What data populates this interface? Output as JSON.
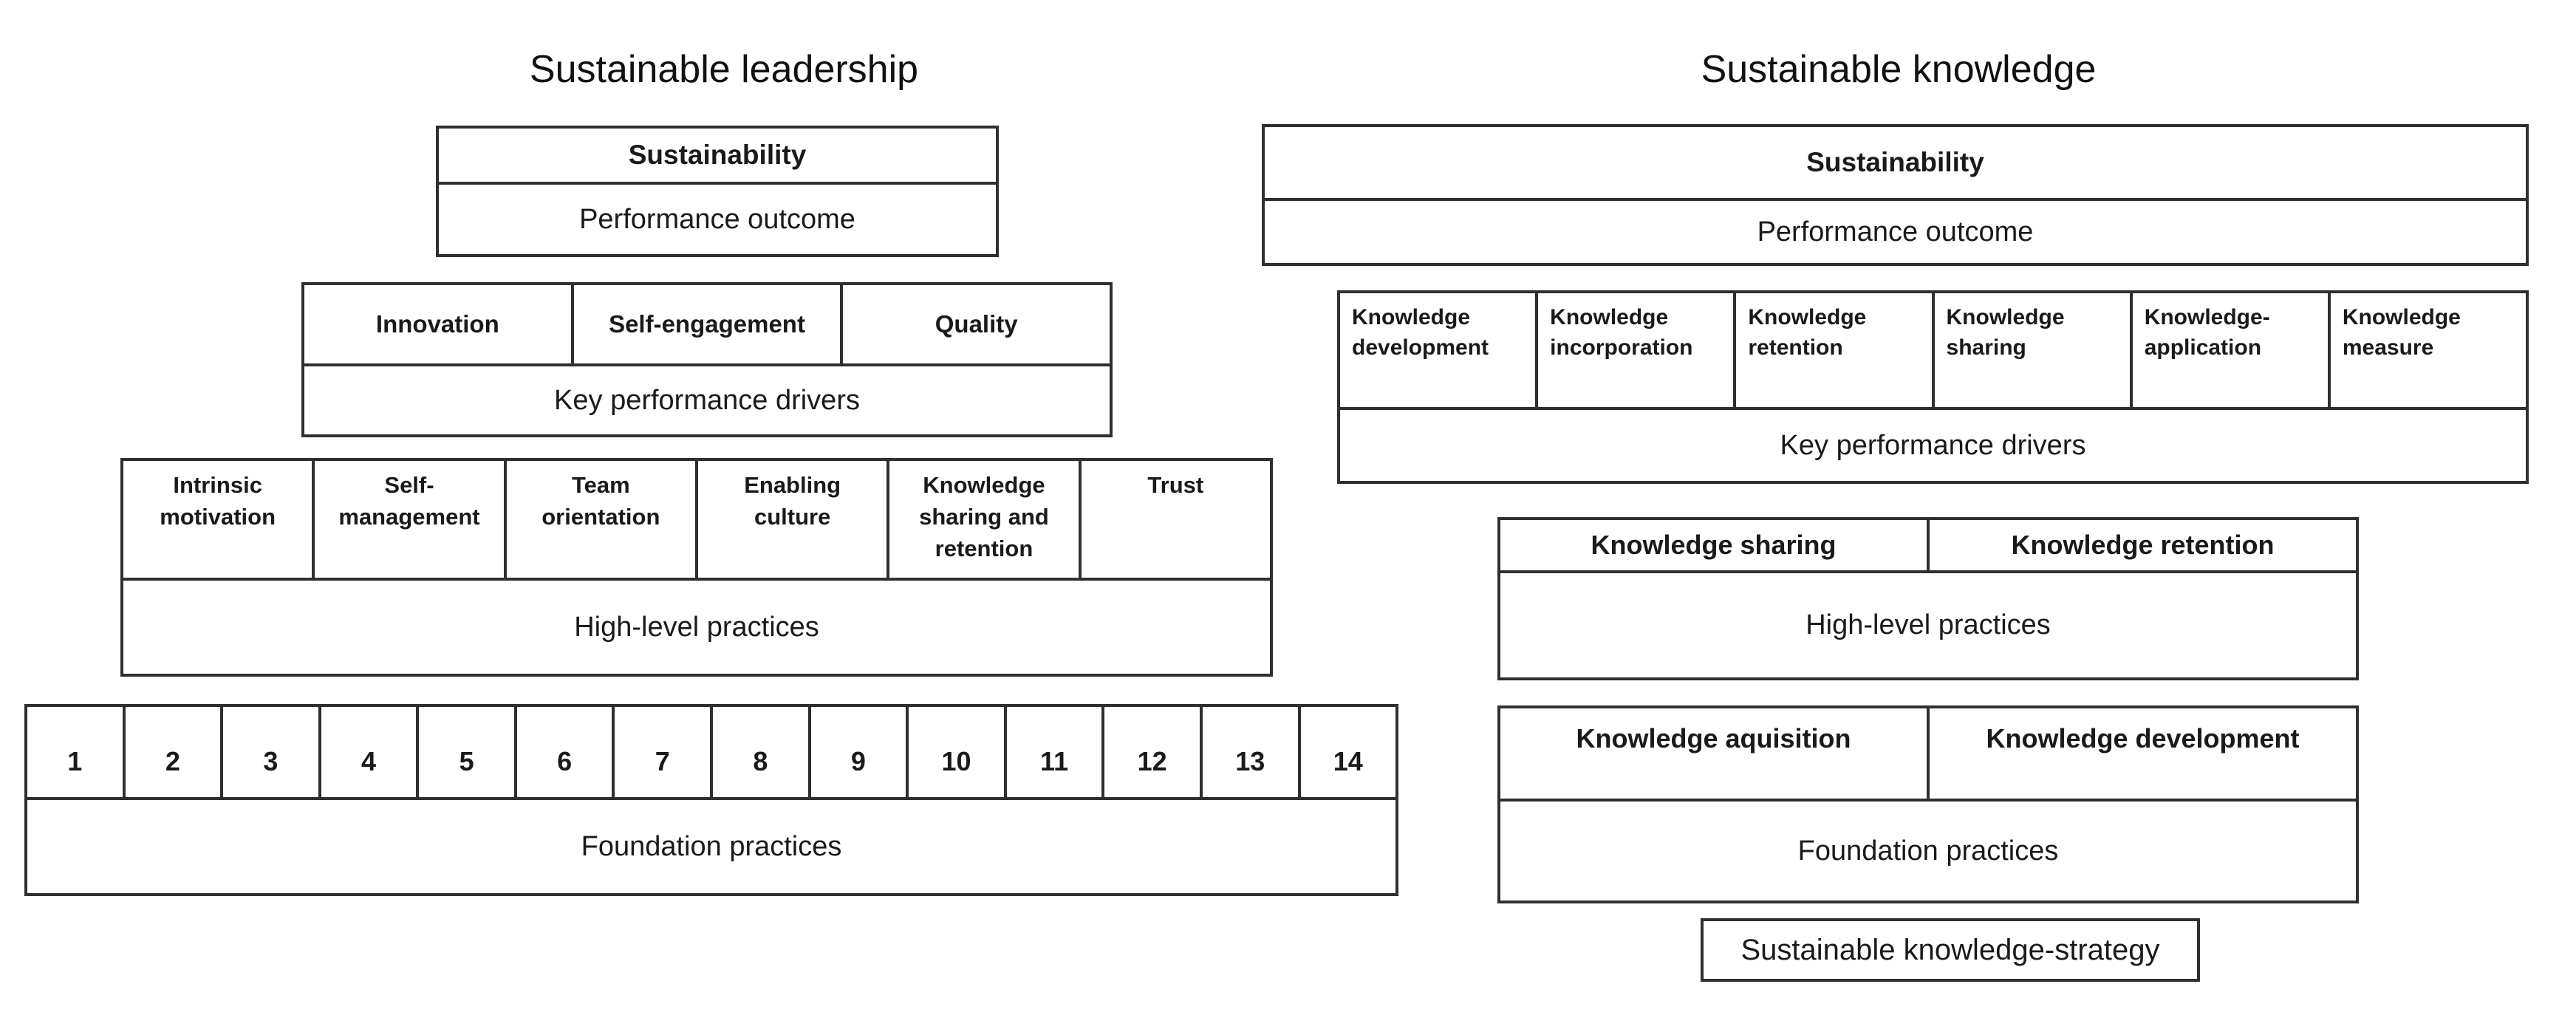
{
  "left": {
    "title": "Sustainable leadership",
    "level1": {
      "header": "Sustainability",
      "label": "Performance outcome"
    },
    "level2": {
      "cells": [
        "Innovation",
        "Self-engagement",
        "Quality"
      ],
      "label": "Key performance drivers"
    },
    "level3": {
      "cells": [
        "Intrinsic motivation",
        "Self-management",
        "Team orientation",
        "Enabling culture",
        "Knowledge sharing and retention",
        "Trust"
      ],
      "label": "High-level practices"
    },
    "foundation": {
      "cells": [
        "1",
        "2",
        "3",
        "4",
        "5",
        "6",
        "7",
        "8",
        "9",
        "10",
        "11",
        "12",
        "13",
        "14"
      ],
      "label": "Foundation practices"
    }
  },
  "right": {
    "title": "Sustainable knowledge",
    "level1": {
      "header": "Sustainability",
      "label": "Performance outcome"
    },
    "level2": {
      "cells": [
        "Knowledge development",
        "Knowledge incorporation",
        "Knowledge retention",
        "Knowledge sharing",
        "Knowledge-application",
        "Knowledge measure"
      ],
      "label": "Key performance drivers"
    },
    "level3": {
      "cells": [
        "Knowledge sharing",
        "Knowledge retention"
      ],
      "label": "High-level practices"
    },
    "level4": {
      "cells": [
        "Knowledge aquisition",
        "Knowledge development"
      ],
      "label": "Foundation practices"
    },
    "strategy": "Sustainable knowledge-strategy"
  },
  "colors": {
    "background": "#ffffff",
    "border": "#2f2f2f",
    "text": "#1a1a1a"
  }
}
